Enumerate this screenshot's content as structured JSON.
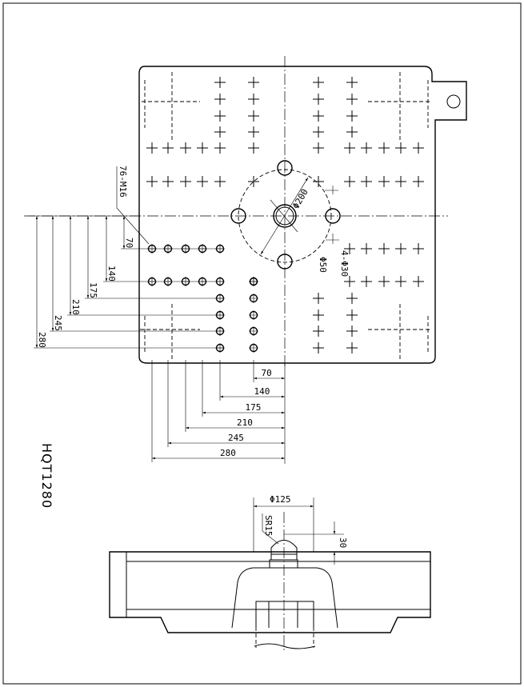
{
  "drawing": {
    "model_label": "HQT1280",
    "hole_callout": "76-M16",
    "center_bore": "Φ200",
    "hole_pattern": "4-Φ30",
    "center_hole": "Φ50",
    "nozzle_diameter": "Φ125",
    "nozzle_radius": "SR15",
    "nozzle_depth": "30",
    "dims_h": [
      "70",
      "140",
      "175",
      "210",
      "245",
      "280"
    ],
    "dims_v": [
      "70",
      "140",
      "175",
      "210",
      "245",
      "280"
    ]
  }
}
